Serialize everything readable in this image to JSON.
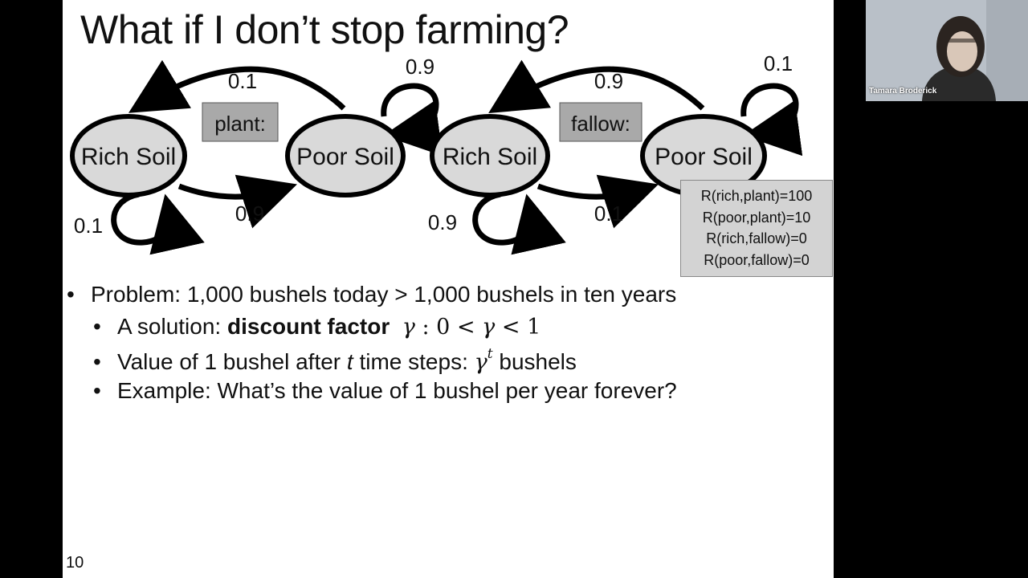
{
  "slide": {
    "title": "What if I don’t stop farming?",
    "number": "10",
    "diagrams": [
      {
        "action": "plant:",
        "states": [
          "Rich Soil",
          "Poor Soil"
        ],
        "probs": {
          "poor_to_rich": "0.1",
          "poor_self": "0.9",
          "rich_to_poor": "0.9",
          "rich_self": "0.1"
        }
      },
      {
        "action": "fallow:",
        "states": [
          "Rich Soil",
          "Poor Soil"
        ],
        "probs": {
          "poor_to_rich": "0.9",
          "poor_self": "0.1",
          "rich_to_poor": "0.1",
          "rich_self": "0.9"
        }
      }
    ],
    "rewards": [
      "R(rich,plant)=100",
      "R(poor,plant)=10",
      "R(rich,fallow)=0",
      "R(poor,fallow)=0"
    ],
    "bullets": {
      "problem": "Problem: 1,000 bushels today > 1,000 bushels in ten years",
      "solution_prefix": "A solution: ",
      "solution_bold": "discount factor",
      "solution_gamma": "γ",
      "solution_math": " : 0 < ",
      "solution_gamma2": "γ",
      "solution_math2": " < 1",
      "value_prefix": "Value of 1 bushel after ",
      "value_t": "t",
      "value_mid": " time steps: ",
      "value_gamma": "γ",
      "value_sup": "t",
      "value_suffix": " bushels",
      "example": "Example: What’s the value of 1 bushel per year forever?"
    }
  },
  "video": {
    "participant_name": "Tamara Broderick"
  },
  "colors": {
    "node_fill": "#d9d9d9",
    "action_box": "#a9a9a9",
    "reward_box": "#d3d3d3",
    "video_bg": "#b9c0c8"
  }
}
